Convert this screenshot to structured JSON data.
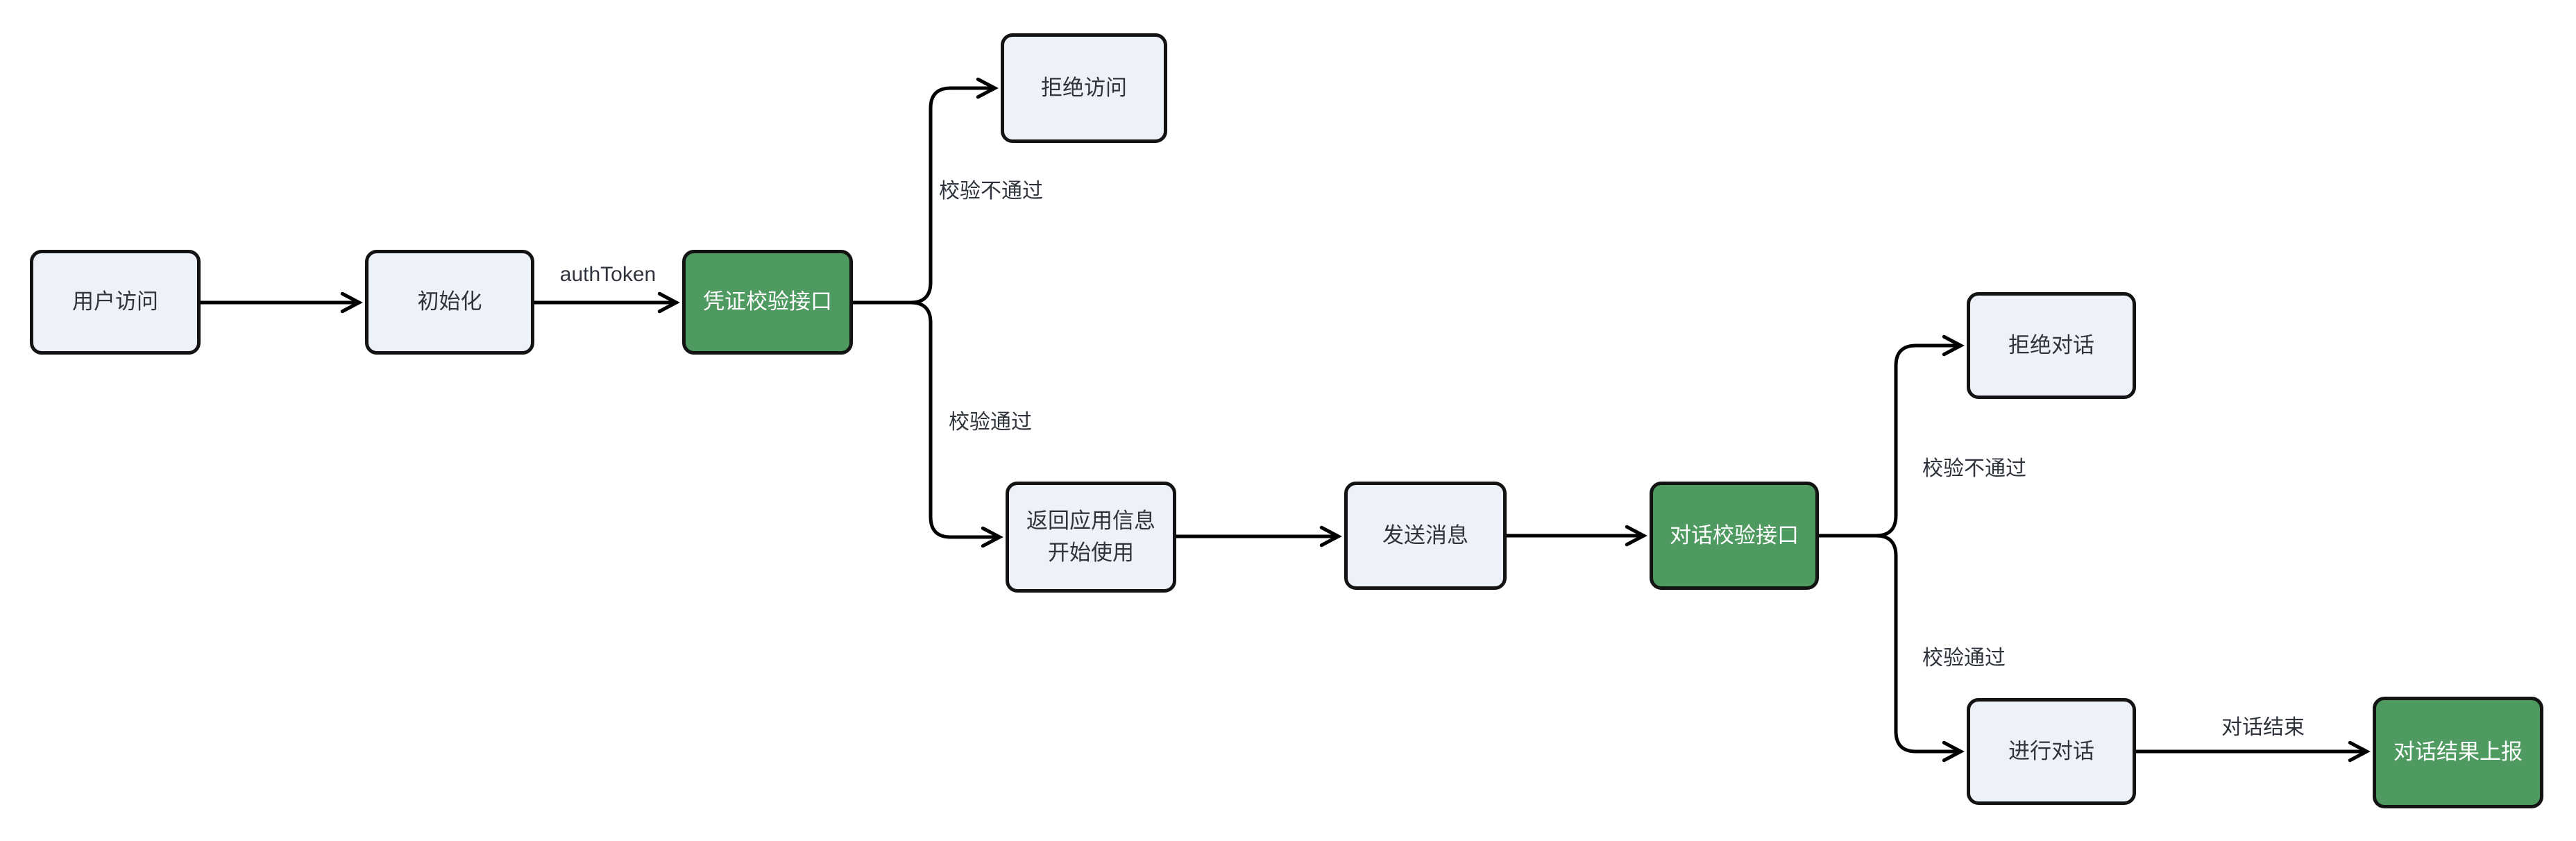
{
  "diagram": {
    "type": "flowchart",
    "direction": "left-to-right",
    "background": "#FFFFFF"
  },
  "colors": {
    "node_fill": "#EDF1FA",
    "node_border": "#131313",
    "green_fill": "#4F9A60",
    "green_text": "#FFFFFF",
    "node_text": "#2F333C",
    "edge": "#000000",
    "label_text": "#2F333C",
    "canvas_bg": "#FFFFFF"
  },
  "nodes": [
    {
      "id": "user-access",
      "label": "用户访问",
      "type": "default"
    },
    {
      "id": "init",
      "label": "初始化",
      "type": "default"
    },
    {
      "id": "credential-check-api",
      "label": "凭证校验接口",
      "type": "green"
    },
    {
      "id": "deny-access",
      "label": "拒绝访问",
      "type": "default"
    },
    {
      "id": "return-app-info",
      "label_lines": [
        "返回应用信息",
        "开始使用"
      ],
      "type": "default"
    },
    {
      "id": "send-message",
      "label": "发送消息",
      "type": "default"
    },
    {
      "id": "dialog-check-api",
      "label": "对话校验接口",
      "type": "green"
    },
    {
      "id": "deny-dialog",
      "label": "拒绝对话",
      "type": "default"
    },
    {
      "id": "conduct-dialog",
      "label": "进行对话",
      "type": "default"
    },
    {
      "id": "dialog-result-report",
      "label": "对话结果上报",
      "type": "green"
    }
  ],
  "edges": [
    {
      "from": "user-access",
      "to": "init",
      "label": ""
    },
    {
      "from": "init",
      "to": "credential-check-api",
      "label": "authToken"
    },
    {
      "from": "credential-check-api",
      "to": "deny-access",
      "label": "校验不通过"
    },
    {
      "from": "credential-check-api",
      "to": "return-app-info",
      "label": "校验通过"
    },
    {
      "from": "return-app-info",
      "to": "send-message",
      "label": ""
    },
    {
      "from": "send-message",
      "to": "dialog-check-api",
      "label": ""
    },
    {
      "from": "dialog-check-api",
      "to": "deny-dialog",
      "label": "校验不通过"
    },
    {
      "from": "dialog-check-api",
      "to": "conduct-dialog",
      "label": "校验通过"
    },
    {
      "from": "conduct-dialog",
      "to": "dialog-result-report",
      "label": "对话结束"
    }
  ]
}
